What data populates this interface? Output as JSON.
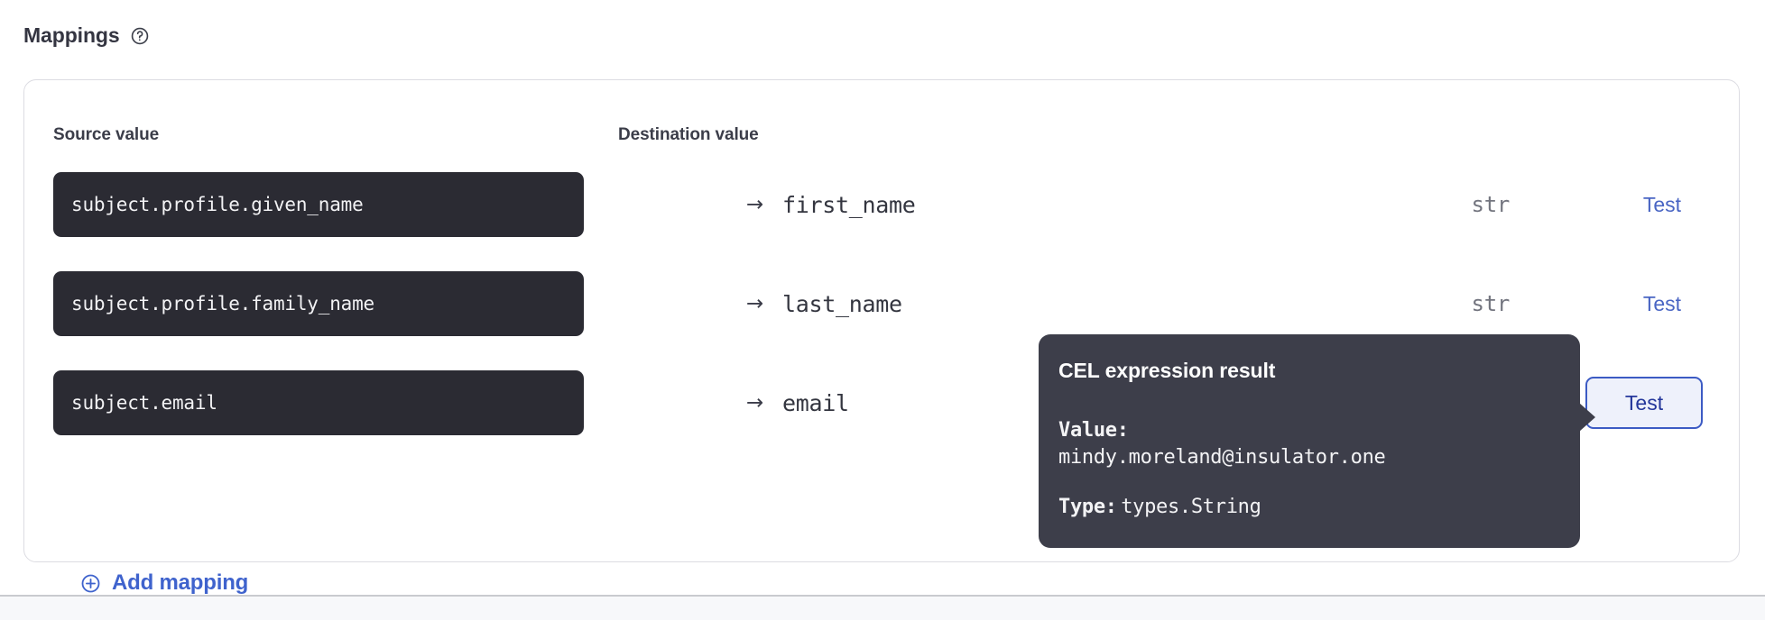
{
  "section": {
    "title": "Mappings",
    "help_icon": "question-circle-icon"
  },
  "card": {
    "columns": {
      "source": "Source value",
      "destination": "Destination value"
    },
    "arrow_glyph": "→",
    "rows": [
      {
        "source": "subject.profile.given_name",
        "destination": "first_name",
        "type": "str",
        "action_label": "Test",
        "focused": false
      },
      {
        "source": "subject.profile.family_name",
        "destination": "last_name",
        "type": "str",
        "action_label": "Test",
        "focused": false
      },
      {
        "source": "subject.email",
        "destination": "email",
        "type": "",
        "action_label": "Test",
        "focused": true
      }
    ],
    "add_mapping": {
      "label": "Add mapping",
      "icon": "plus-circle-icon"
    }
  },
  "tooltip": {
    "title": "CEL expression result",
    "value_label": "Value:",
    "value": "mindy.moreland@insulator.one",
    "type_label": "Type:",
    "type_value": "types.String"
  },
  "colors": {
    "accent_link": "#4a66c4",
    "code_bg": "#2b2b33",
    "tooltip_bg": "#3d3e4a",
    "focus_border": "#3c5bc4",
    "focus_fill": "#eef1fb",
    "text_primary": "#343541",
    "text_muted": "#73757f"
  }
}
